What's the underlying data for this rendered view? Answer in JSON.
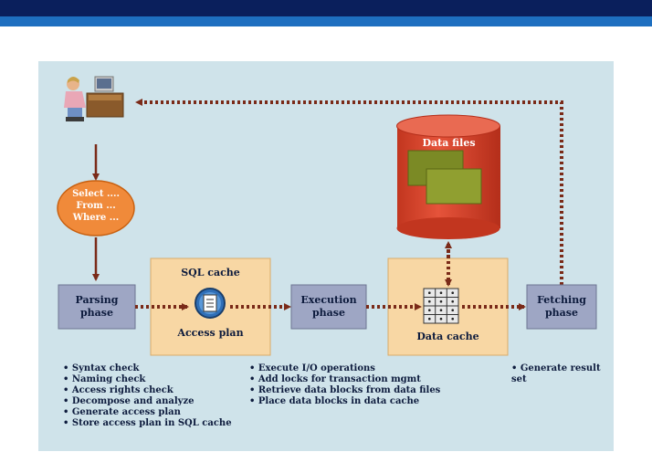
{
  "colors": {
    "panel": "#cfe3ea",
    "phase_box": "#9ea6c4",
    "cache_box": "#f8d7a4",
    "db_red": "#d7472d",
    "query_oval": "#f08a3a",
    "arrow": "#7a2a18"
  },
  "query": {
    "line1": "Select ....",
    "line2": "From ...",
    "line3": "Where ..."
  },
  "parsing": {
    "line1": "Parsing",
    "line2": "phase"
  },
  "sql_cache": {
    "title": "SQL cache",
    "caption": "Access plan"
  },
  "execution": {
    "line1": "Execution",
    "line2": "phase"
  },
  "data_files": {
    "title": "Data files"
  },
  "data_cache": {
    "caption": "Data cache"
  },
  "fetching": {
    "line1": "Fetching",
    "line2": "phase"
  },
  "bullets": {
    "parsing": [
      "Syntax check",
      "Naming check",
      "Access rights check",
      "Decompose and analyze",
      "Generate access plan",
      "Store access plan in SQL cache"
    ],
    "execution": [
      "Execute I/O operations",
      "Add locks for transaction mgmt",
      "Retrieve data blocks from data files",
      "Place data blocks in data cache"
    ],
    "fetching": [
      "Generate result set"
    ]
  },
  "icons": {
    "user": "user-at-computer-icon",
    "access_plan": "document-icon",
    "data_cache": "grid-icon"
  }
}
